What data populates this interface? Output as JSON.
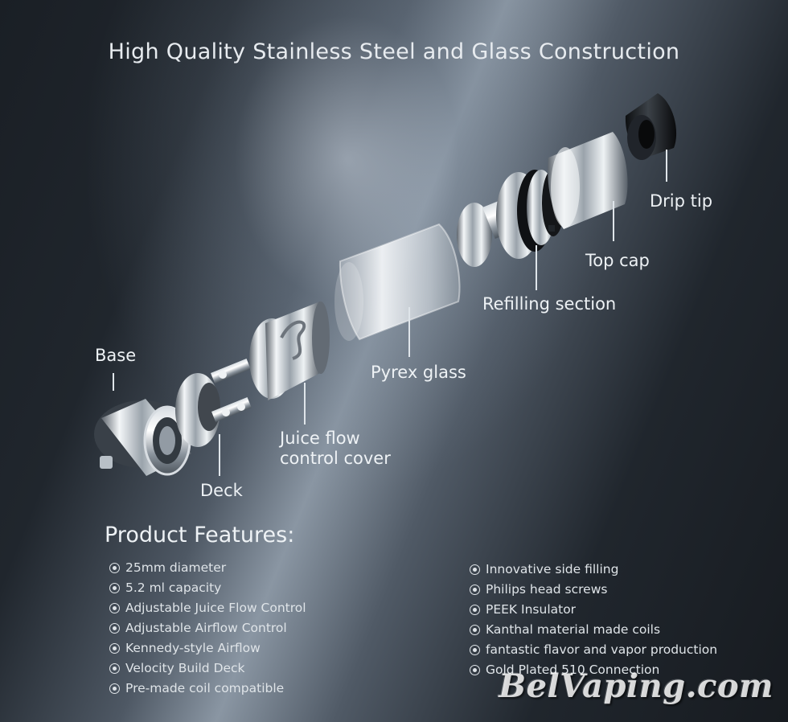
{
  "headline": "High Quality Stainless Steel and Glass Construction",
  "parts": {
    "base": "Base",
    "deck": "Deck",
    "juice_flow_cover": "Juice flow control cover",
    "pyrex_glass": "Pyrex glass",
    "refilling_section": "Refilling section",
    "top_cap": "Top cap",
    "drip_tip": "Drip tip"
  },
  "features": {
    "title": "Product Features:",
    "left": [
      "25mm diameter",
      "5.2 ml capacity",
      "Adjustable Juice Flow Control",
      "Adjustable Airflow Control",
      "Kennedy-style Airflow",
      "Velocity Build Deck",
      "Pre-made coil compatible"
    ],
    "right": [
      "Innovative side filling",
      "Philips head screws",
      "PEEK Insulator",
      "Kanthal material made coils",
      "fantastic flavor and vapor production",
      "Gold Plated 510 Connection"
    ]
  },
  "watermark": "BelVaping.com"
}
